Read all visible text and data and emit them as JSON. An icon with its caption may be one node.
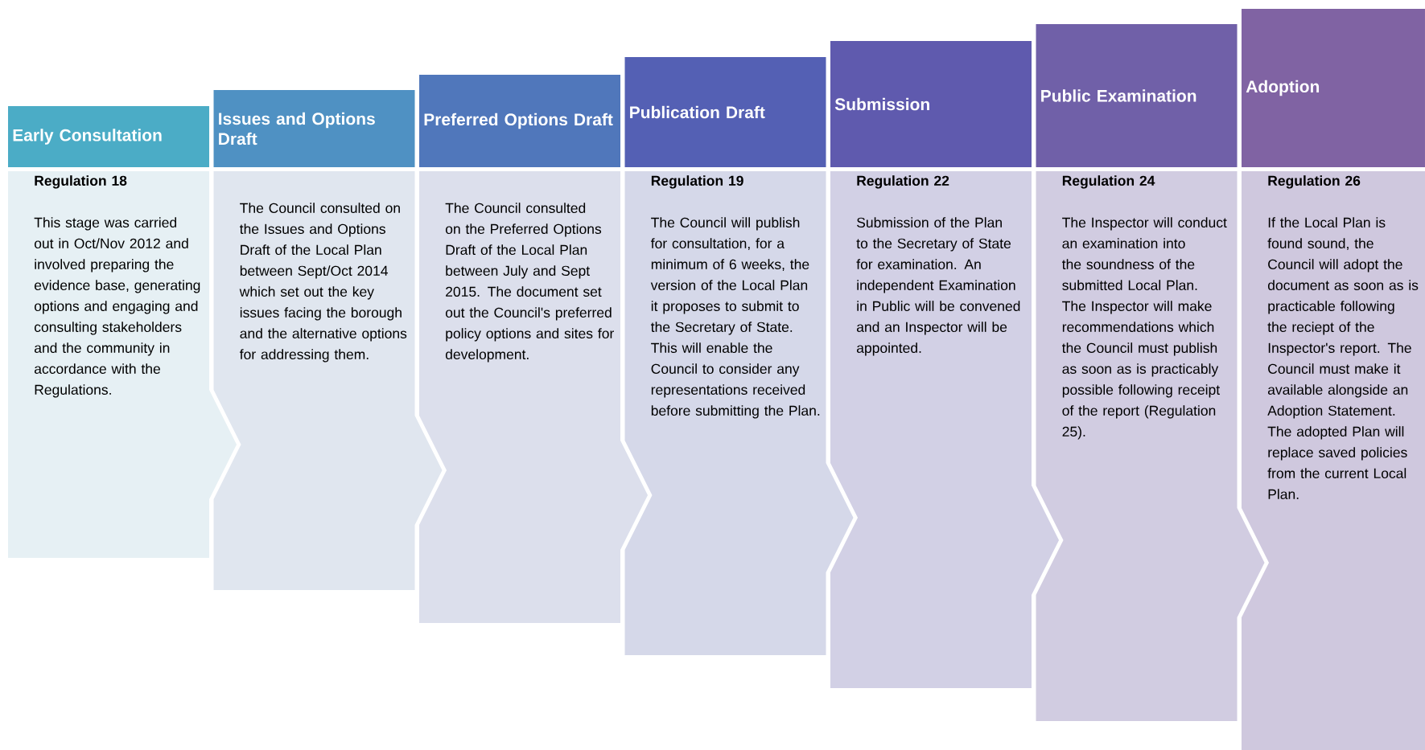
{
  "diagram": {
    "nodes": [
      {
        "text": [
          "Early Consultation"
        ]
      },
      {
        "text": [
          "Regulation 18",
          "This stage was carried out in Oct/Nov 2012 and involved preparing the evidence base, generating options and engaging and consulting stakeholders and the community in accordance with the Regulations."
        ]
      },
      {
        "text": [
          "Issues and Options Draft"
        ]
      },
      {
        "text": [
          "The Council consulted on the Issues and Options Draft of the Local Plan between Sept/Oct 2014 which set out the key issues facing the borough and the alternative options for addressing them."
        ]
      },
      {
        "text": [
          "Preferred Options Draft"
        ]
      },
      {
        "text": [
          "The Council consulted on the Preferred Options Draft of the Local Plan between July and Sept 2015. The document set out the Council's preferred policy options and sites for development."
        ]
      },
      {
        "text": [
          "Publication Draft"
        ]
      },
      {
        "text": [
          "Regulation 19",
          "The Council will publish for consultation, for a minimum of 6 weeks, the version of the Local Plan it proposes to submit to the Secretary of State. This will enable the Council to consider any representations received before submitting the Plan."
        ]
      },
      {
        "text": [
          "Submission"
        ]
      },
      {
        "text": [
          "Regulation 22",
          "Submission of the Plan to the Secretary of State for examination. An independent Examination in Public will be convened and an Inspector will be appointed."
        ]
      },
      {
        "text": [
          "Public Examination"
        ]
      },
      {
        "text": [
          "Regulation 24",
          "The Inspector will conduct an examination into the soundness of the submitted Local Plan. The Inspector will make recommendations which the Council must publish as soon as is practicably possible following receipt of the report (Regulation 25)."
        ]
      },
      {
        "text": [
          "Adoption"
        ]
      },
      {
        "text": [
          "Regulation 26",
          "If the Local Plan is found sound, the Council will adopt the document as soon as is practicable following the reciept of the Inspector's report. The Council must make it available alongside an Adoption Statement. The adopted Plan will replace saved policies from the current Local Plan."
        ]
      }
    ]
  }
}
